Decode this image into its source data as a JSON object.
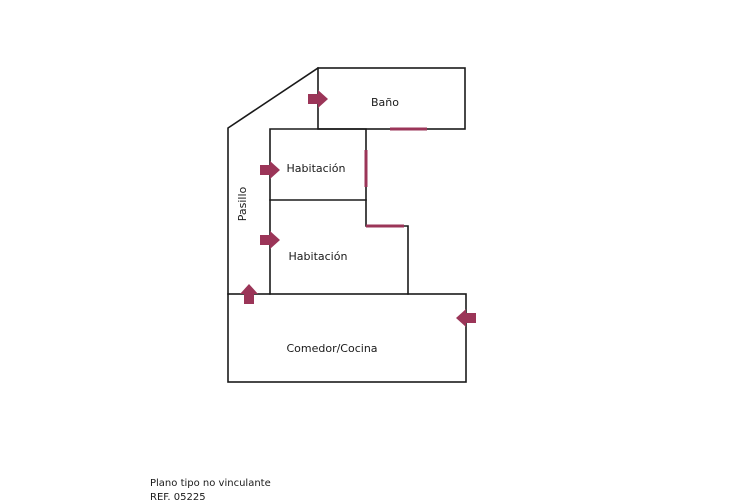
{
  "rooms": {
    "bano": "Baño",
    "habitacion_1": "Habitación",
    "habitacion_2": "Habitación",
    "pasillo": "Pasillo",
    "comedor_cocina": "Comedor/Cocina"
  },
  "footer": {
    "note": "Plano tipo no vinculante",
    "ref": "REF. 05225"
  },
  "colors": {
    "walls": "#1a1a1a",
    "accent": "#9b3558"
  },
  "icons": {
    "entry": "arrow-icon"
  }
}
